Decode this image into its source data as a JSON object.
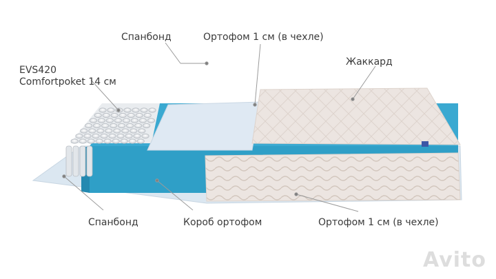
{
  "labels": {
    "spring_block_line1": "EVS420",
    "spring_block_line2": "Comfortpoket 14 см",
    "spunbond_top": "Спанбонд",
    "orthofoam_top": "Ортофом 1 см (в чехле)",
    "jacquard": "Жаккард",
    "spunbond_bottom": "Спанбонд",
    "orthofoam_box": "Короб ортофом",
    "orthofoam_bottom": "Ортофом 1 см (в чехле)"
  },
  "watermark": "Avito",
  "colors": {
    "box_blue": "#2f9fc7",
    "fabric": "#ece5e1",
    "spunbond": "#dbe7f1",
    "leader_line": "#9a9a9a",
    "text": "#3a3a3a"
  }
}
